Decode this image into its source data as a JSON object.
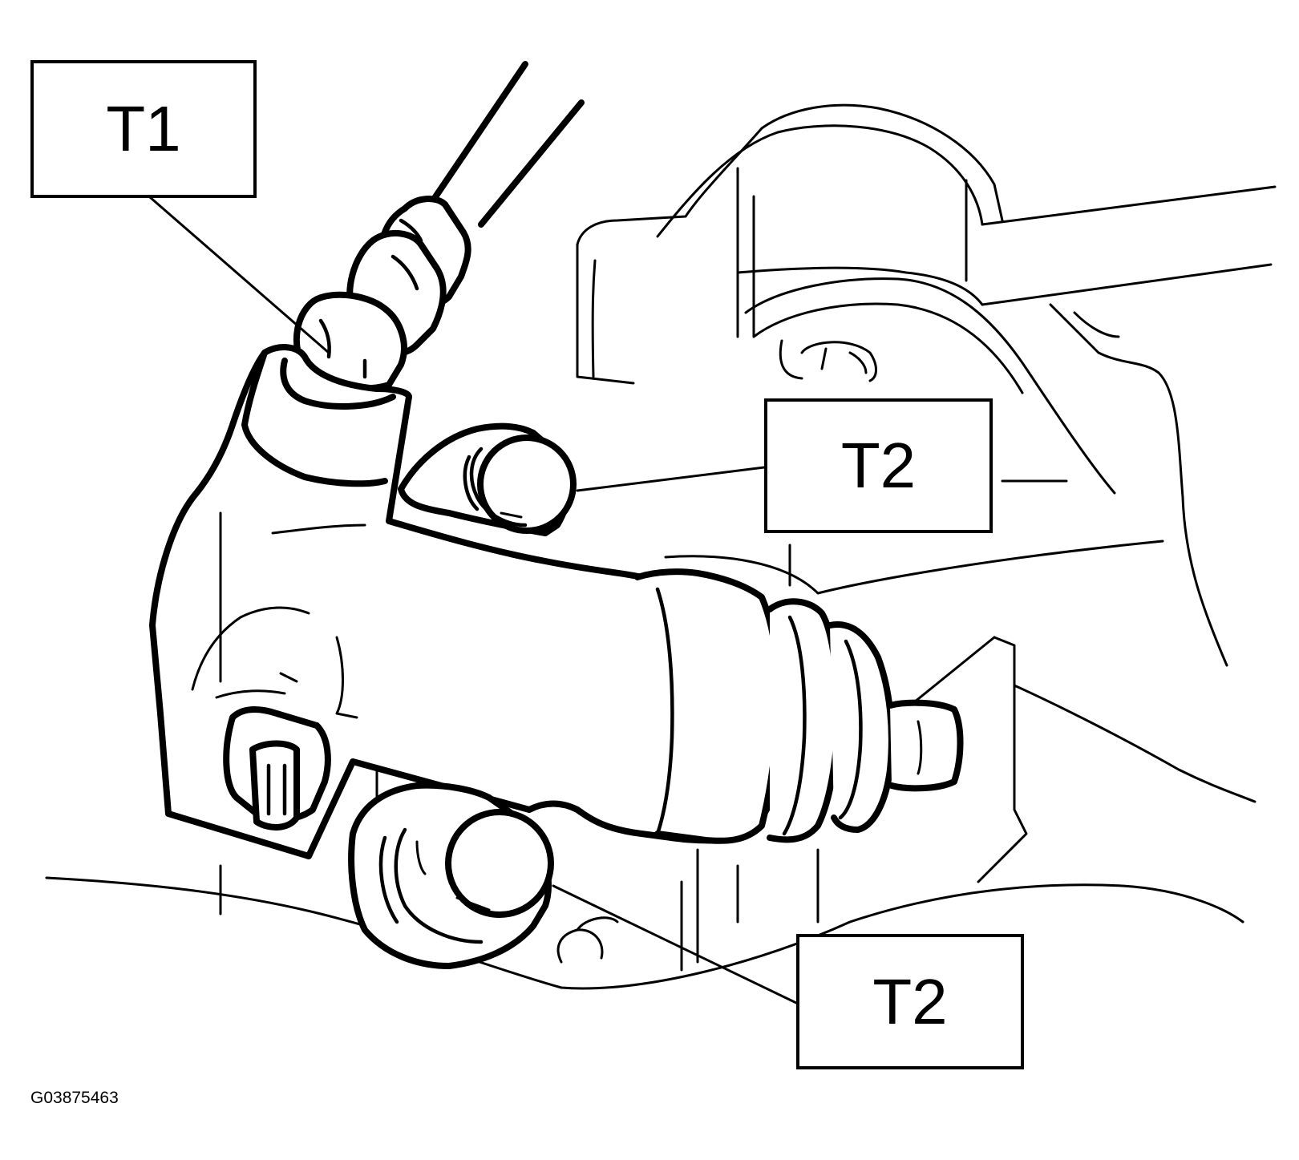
{
  "labels": {
    "t1": "T1",
    "t2_upper": "T2",
    "t2_lower": "T2"
  },
  "figure_code": "G03875463"
}
